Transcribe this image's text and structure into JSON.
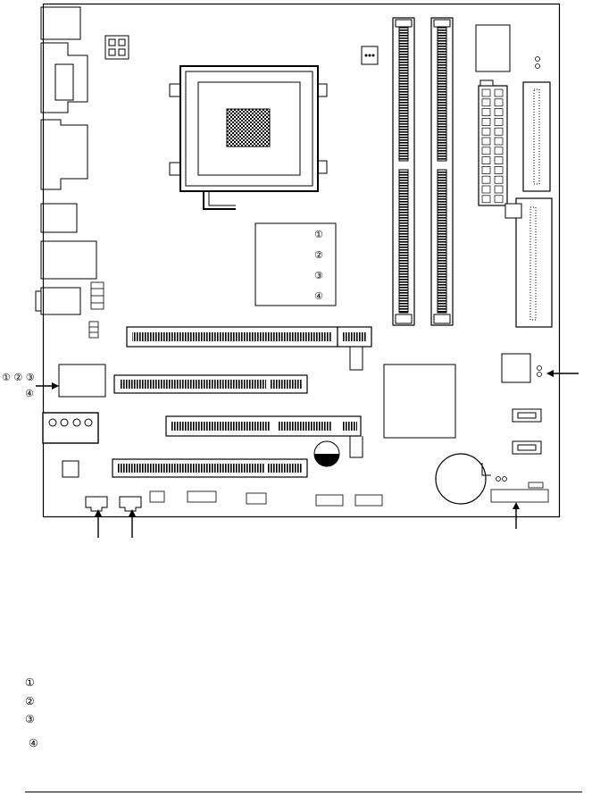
{
  "diagram": {
    "chipset_markers": [
      "①",
      "②",
      "③",
      "④"
    ],
    "left_callout": {
      "line1": "① ② ③",
      "line2": "④"
    }
  },
  "legend": {
    "items": [
      "①",
      "②",
      "③",
      "④"
    ]
  }
}
